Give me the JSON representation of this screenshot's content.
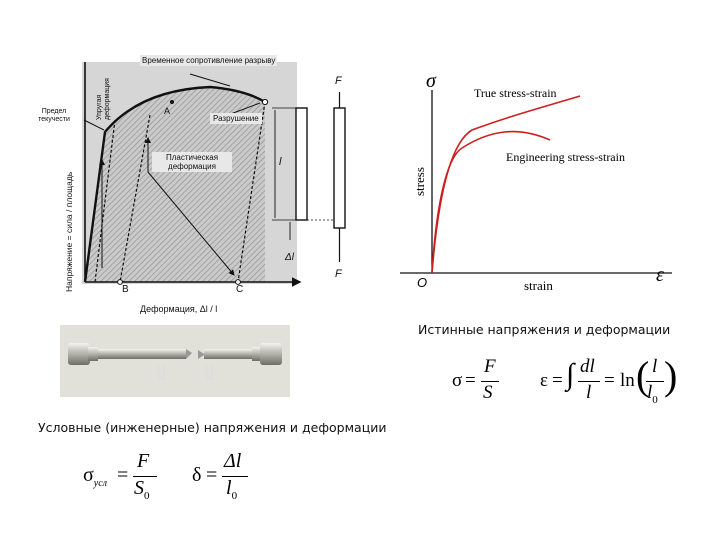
{
  "left_diagram": {
    "labels": {
      "ultimate_strength": "Временное сопротивление разрыву",
      "elastic_deformation": "Упругая деформация",
      "yield_point": "Предел текучести",
      "fracture": "Разрушение",
      "plastic_deformation": "Пластическая деформация",
      "y_axis": "Напряжение = сила / площадь",
      "x_axis": "Деформация, Δl / l",
      "point_a": "A",
      "point_b": "B",
      "point_c": "C"
    },
    "specimen": {
      "force_top": "F",
      "force_bottom": "F",
      "length": "l",
      "delta_length": "Δl"
    }
  },
  "right_chart": {
    "chart_data": {
      "type": "line",
      "xlabel": "strain",
      "ylabel": "stress",
      "y_symbol": "σ",
      "x_symbol": "ε",
      "origin": "O",
      "series": [
        {
          "name": "True stress-strain"
        },
        {
          "name": "Engineering stress-strain"
        }
      ]
    },
    "colors": {
      "curve": "#cc1f1f"
    }
  },
  "captions": {
    "true_caption": "Истинные напряжения и деформации",
    "engineering_caption": "Условные (инженерные) напряжения и деформации"
  },
  "formulas": {
    "true_stress": {
      "lhs": "σ",
      "num": "F",
      "den": "S"
    },
    "true_strain": {
      "lhs": "ε",
      "integral_num": "dl",
      "integral_den": "l",
      "ln": "ln",
      "frac_num": "l",
      "frac_den": "l",
      "frac_den_sub": "0"
    },
    "eng_stress": {
      "lhs": "σ",
      "lhs_sub": "усл",
      "num": "F",
      "den": "S",
      "den_sub": "0"
    },
    "eng_strain": {
      "lhs": "δ",
      "num": "Δl",
      "den": "l",
      "den_sub": "0"
    }
  }
}
